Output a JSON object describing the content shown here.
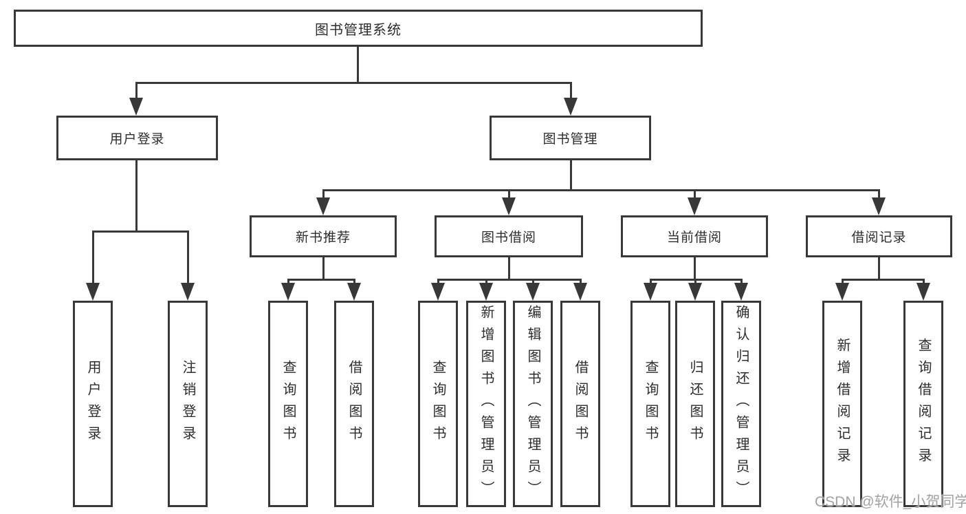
{
  "diagram": {
    "root": {
      "label": "图书管理系统"
    },
    "user_login": {
      "label": "用户登录",
      "children": [
        "用户登录",
        "注销登录"
      ]
    },
    "book_mgmt": {
      "label": "图书管理"
    },
    "new_book": {
      "label": "新书推荐",
      "children": [
        "查询图书",
        "借阅图书"
      ]
    },
    "borrow": {
      "label": "图书借阅",
      "children": [
        "查询图书",
        "新增图书（管理员）",
        "编辑图书（管理员）",
        "借阅图书"
      ]
    },
    "current": {
      "label": "当前借阅",
      "children": [
        "查询图书",
        "归还图书",
        "确认归还（管理员）"
      ]
    },
    "records": {
      "label": "借阅记录",
      "children": [
        "新增借阅记录",
        "查询借阅记录"
      ]
    }
  },
  "watermark": "CSDN @软件_小贺同学"
}
